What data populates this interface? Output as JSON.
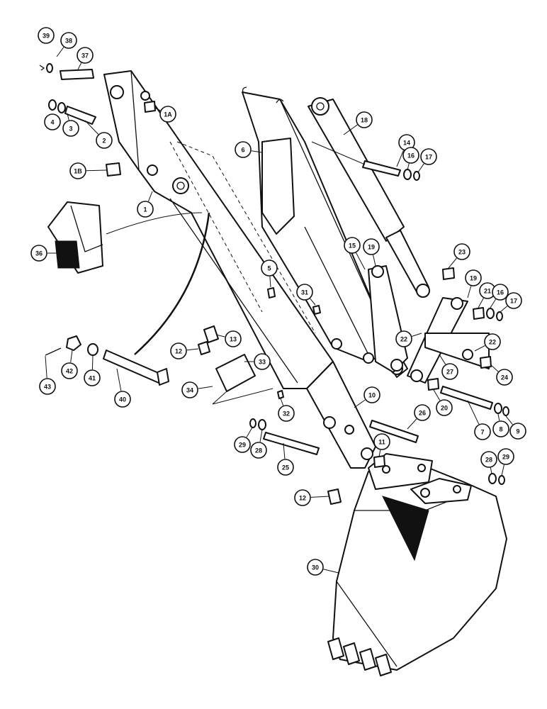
{
  "callouts": [
    {
      "id": "c39",
      "label": "39"
    },
    {
      "id": "c38",
      "label": "38"
    },
    {
      "id": "c37",
      "label": "37"
    },
    {
      "id": "c4",
      "label": "4"
    },
    {
      "id": "c3",
      "label": "3"
    },
    {
      "id": "c2",
      "label": "2"
    },
    {
      "id": "c1a",
      "label": "1A"
    },
    {
      "id": "c1b",
      "label": "1B"
    },
    {
      "id": "c1",
      "label": "1"
    },
    {
      "id": "c36",
      "label": "36"
    },
    {
      "id": "c6",
      "label": "6"
    },
    {
      "id": "c18",
      "label": "18"
    },
    {
      "id": "c14",
      "label": "14"
    },
    {
      "id": "c16a",
      "label": "16"
    },
    {
      "id": "c17a",
      "label": "17"
    },
    {
      "id": "c15",
      "label": "15"
    },
    {
      "id": "c19a",
      "label": "19"
    },
    {
      "id": "c23",
      "label": "23"
    },
    {
      "id": "c19b",
      "label": "19"
    },
    {
      "id": "c21",
      "label": "21"
    },
    {
      "id": "c16b",
      "label": "16"
    },
    {
      "id": "c17b",
      "label": "17"
    },
    {
      "id": "c5",
      "label": "5"
    },
    {
      "id": "c31",
      "label": "31"
    },
    {
      "id": "c22a",
      "label": "22"
    },
    {
      "id": "c22b",
      "label": "22"
    },
    {
      "id": "c24",
      "label": "24"
    },
    {
      "id": "c27",
      "label": "27"
    },
    {
      "id": "c13",
      "label": "13"
    },
    {
      "id": "c12a",
      "label": "12"
    },
    {
      "id": "c33",
      "label": "33"
    },
    {
      "id": "c34",
      "label": "34"
    },
    {
      "id": "c43",
      "label": "43"
    },
    {
      "id": "c42",
      "label": "42"
    },
    {
      "id": "c41",
      "label": "41"
    },
    {
      "id": "c40",
      "label": "40"
    },
    {
      "id": "c32",
      "label": "32"
    },
    {
      "id": "c10",
      "label": "10"
    },
    {
      "id": "c26",
      "label": "26"
    },
    {
      "id": "c20",
      "label": "20"
    },
    {
      "id": "c7",
      "label": "7"
    },
    {
      "id": "c8",
      "label": "8"
    },
    {
      "id": "c9",
      "label": "9"
    },
    {
      "id": "c29a",
      "label": "29"
    },
    {
      "id": "c28a",
      "label": "28"
    },
    {
      "id": "c25",
      "label": "25"
    },
    {
      "id": "c11",
      "label": "11"
    },
    {
      "id": "c28b",
      "label": "28"
    },
    {
      "id": "c29b",
      "label": "29"
    },
    {
      "id": "c12b",
      "label": "12"
    },
    {
      "id": "c30",
      "label": "30"
    }
  ]
}
